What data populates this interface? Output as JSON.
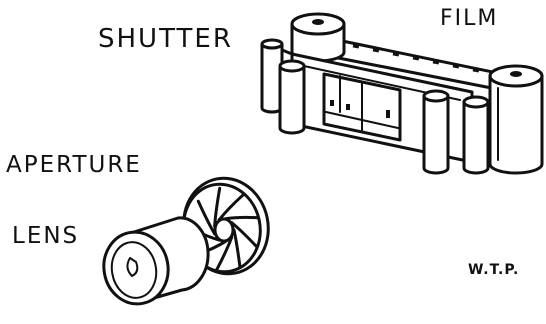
{
  "labels": {
    "shutter": "SHUTTER",
    "film": "FILM",
    "aperture": "APERTURE",
    "lens": "LENS",
    "credit": "W.T.P."
  },
  "colors": {
    "ink": "#111111",
    "paper": "#ffffff"
  },
  "aperture_blades": 9
}
